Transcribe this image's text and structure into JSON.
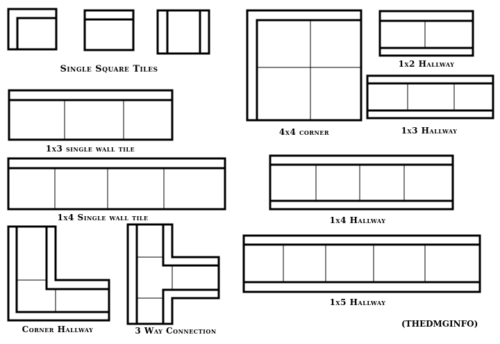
{
  "labels": {
    "single_square": "Single Square Tiles",
    "hall_1x2": "1x2 Hallway",
    "corner_4x4": "4x4 corner",
    "hall_1x3": "1x3 Hallway",
    "wall_1x3": "1x3 single wall tile",
    "wall_1x4": "1x4 Single wall tile",
    "hall_1x4": "1x4 Hallway",
    "hall_1x5": "1x5 Hallway",
    "corner_hall": "Corner Hallway",
    "three_way": "3 Way Connection"
  },
  "credit": "(THEDMGINFO)",
  "colors": {
    "line": "#000000",
    "background": "#ffffff"
  }
}
